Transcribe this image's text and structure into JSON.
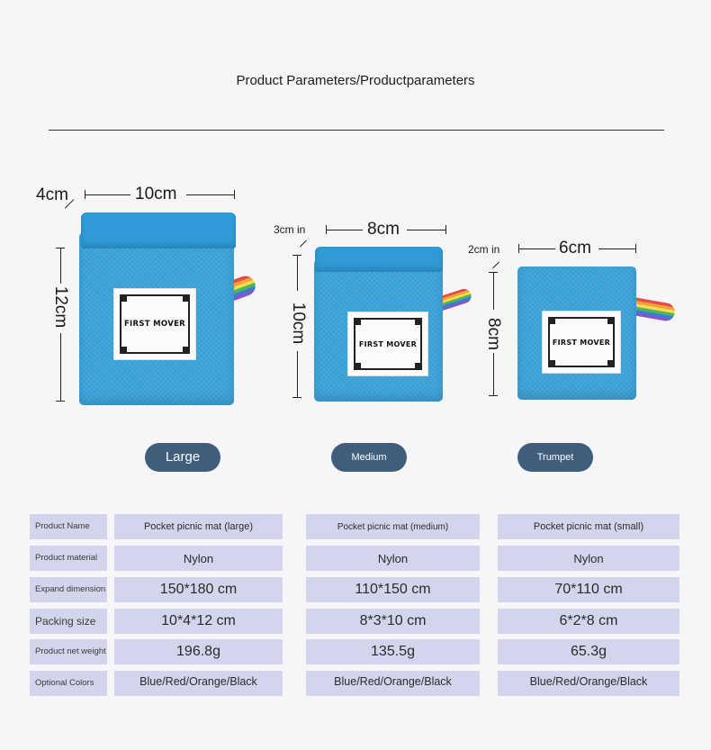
{
  "page": {
    "title": "Product Parameters/Productparameters"
  },
  "sizes": {
    "large": {
      "width": "10cm",
      "depth": "4cm",
      "height": "12cm",
      "brand": "FIRST MOVER",
      "button": "Large"
    },
    "medium": {
      "width": "8cm",
      "depth": "3cm in",
      "height": "10cm",
      "brand": "FIRST MOVER",
      "button": "Medium"
    },
    "small": {
      "width": "6cm",
      "depth": "2cm in",
      "height": "8cm",
      "brand": "FIRST MOVER",
      "button": "Trumpet"
    }
  },
  "table": {
    "rows": [
      {
        "label": "Product Name",
        "large": "Pocket picnic mat (large)",
        "medium": "Pocket picnic mat (medium)",
        "small": "Pocket picnic mat (small)"
      },
      {
        "label": "Product material",
        "large": "Nylon",
        "medium": "Nylon",
        "small": "Nylon"
      },
      {
        "label": "Expand dimension",
        "large": "150*180 cm",
        "medium": "110*150 cm",
        "small": "70*110 cm"
      },
      {
        "label": "Packing size",
        "large": "10*4*12 cm",
        "medium": "8*3*10 cm",
        "small": "6*2*8 cm"
      },
      {
        "label": "Product net weight",
        "large": "196.8g",
        "medium": "135.5g",
        "small": "65.3g"
      },
      {
        "label": "Optional Colors",
        "large": "Blue/Red/Orange/Black",
        "medium": "Blue/Red/Orange/Black",
        "small": "Blue/Red/Orange/Black"
      }
    ]
  },
  "colors": {
    "pouch": "#3da4da",
    "button": "#3f5e7c",
    "table_cell": "#d3d5ec"
  }
}
